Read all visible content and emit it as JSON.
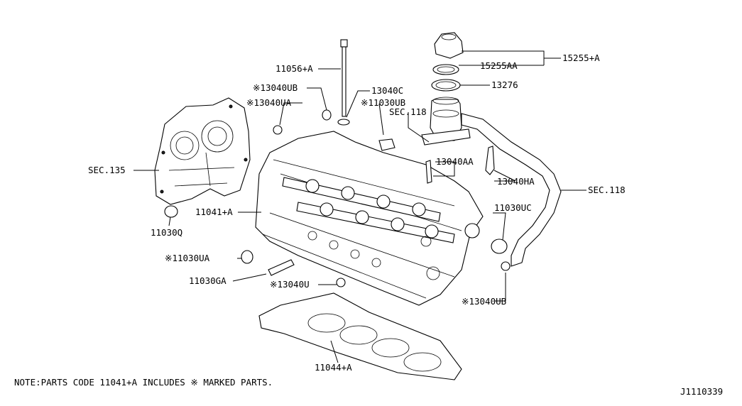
{
  "labels": {
    "l_15255A": "15255+A",
    "l_15255AA": "15255AA",
    "l_13276": "13276",
    "l_11056A": "11056+A",
    "l_13040UB_a": "※13040UB",
    "l_13040C": "13040C",
    "l_13040UA": "※13040UA",
    "l_11030UB": "※11030UB",
    "l_sec118_a": "SEC.118",
    "l_13040AA": "13040AA",
    "l_13040HA": "13040HA",
    "l_sec118_b": "SEC.118",
    "l_sec135": "SEC.135",
    "l_11041A": "11041+A",
    "l_11030UC": "11030UC",
    "l_11030Q": "11030Q",
    "l_11030UA": "※11030UA",
    "l_11030GA": "11030GA",
    "l_13040U": "※13040U",
    "l_13040UB_b": "※13040UB",
    "l_11044A": "11044+A"
  },
  "note": "NOTE:PARTS CODE 11041+A INCLUDES ※ MARKED PARTS.",
  "diagram_id": "J1110339"
}
